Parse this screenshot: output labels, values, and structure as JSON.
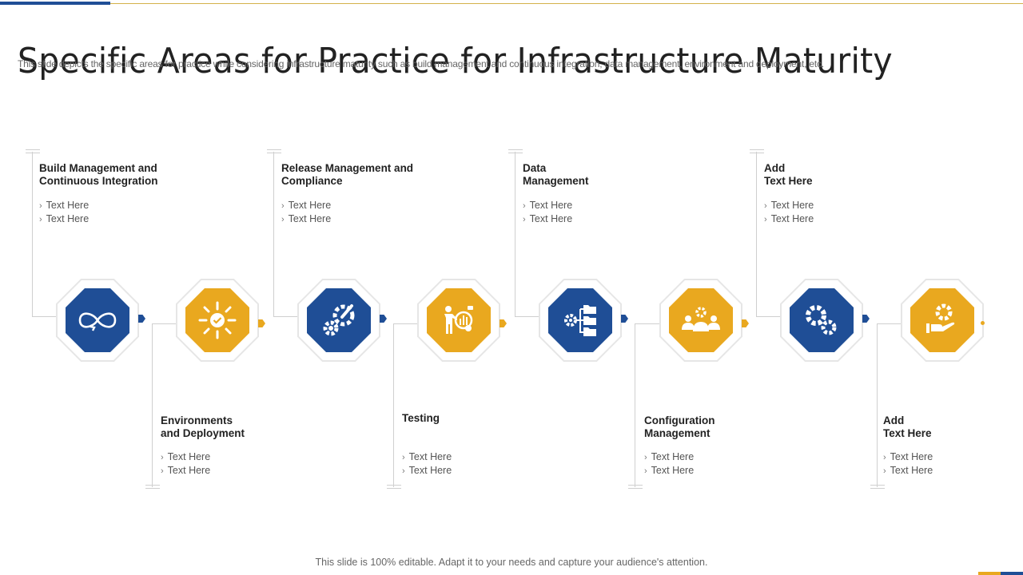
{
  "header": {
    "title": "Specific Areas for Practice for Infrastructure Maturity",
    "subtitle": "This slide depicts the specific areas for practice while considering infrastructure maturity such as build management and continuous integration, data management, environment and deployment, etc."
  },
  "colors": {
    "blue": "#1f4e96",
    "gold": "#e9a81f",
    "line": "#cfcfcf"
  },
  "steps": [
    {
      "title": "Build Management and\nContinuous Integration",
      "items": [
        "Text Here",
        "Text Here"
      ],
      "icon": "infinity-icon",
      "color": "blue",
      "position": "top"
    },
    {
      "title": "Environments\nand Deployment",
      "items": [
        "Text Here",
        "Text Here"
      ],
      "icon": "sun-check-icon",
      "color": "gold",
      "position": "bottom"
    },
    {
      "title": "Release Management and\nCompliance",
      "items": [
        "Text Here",
        "Text Here"
      ],
      "icon": "gears-wrench-icon",
      "color": "blue",
      "position": "top"
    },
    {
      "title": "Testing",
      "items": [
        "Text Here",
        "Text Here"
      ],
      "icon": "presenter-chart-icon",
      "color": "gold",
      "position": "bottom"
    },
    {
      "title": "Data\nManagement",
      "items": [
        "Text Here",
        "Text Here"
      ],
      "icon": "gear-folders-icon",
      "color": "blue",
      "position": "top"
    },
    {
      "title": "Configuration\nManagement",
      "items": [
        "Text Here",
        "Text Here"
      ],
      "icon": "team-gear-icon",
      "color": "gold",
      "position": "bottom"
    },
    {
      "title": "Add\nText Here",
      "items": [
        "Text Here",
        "Text Here"
      ],
      "icon": "two-gears-icon",
      "color": "blue",
      "position": "top"
    },
    {
      "title": "Add\nText Here",
      "items": [
        "Text Here",
        "Text Here"
      ],
      "icon": "hand-gear-icon",
      "color": "gold",
      "position": "bottom"
    }
  ],
  "bullet_glyph": "›",
  "footer": {
    "text": "This slide is 100% editable. Adapt it to your needs and capture your audience's attention."
  }
}
